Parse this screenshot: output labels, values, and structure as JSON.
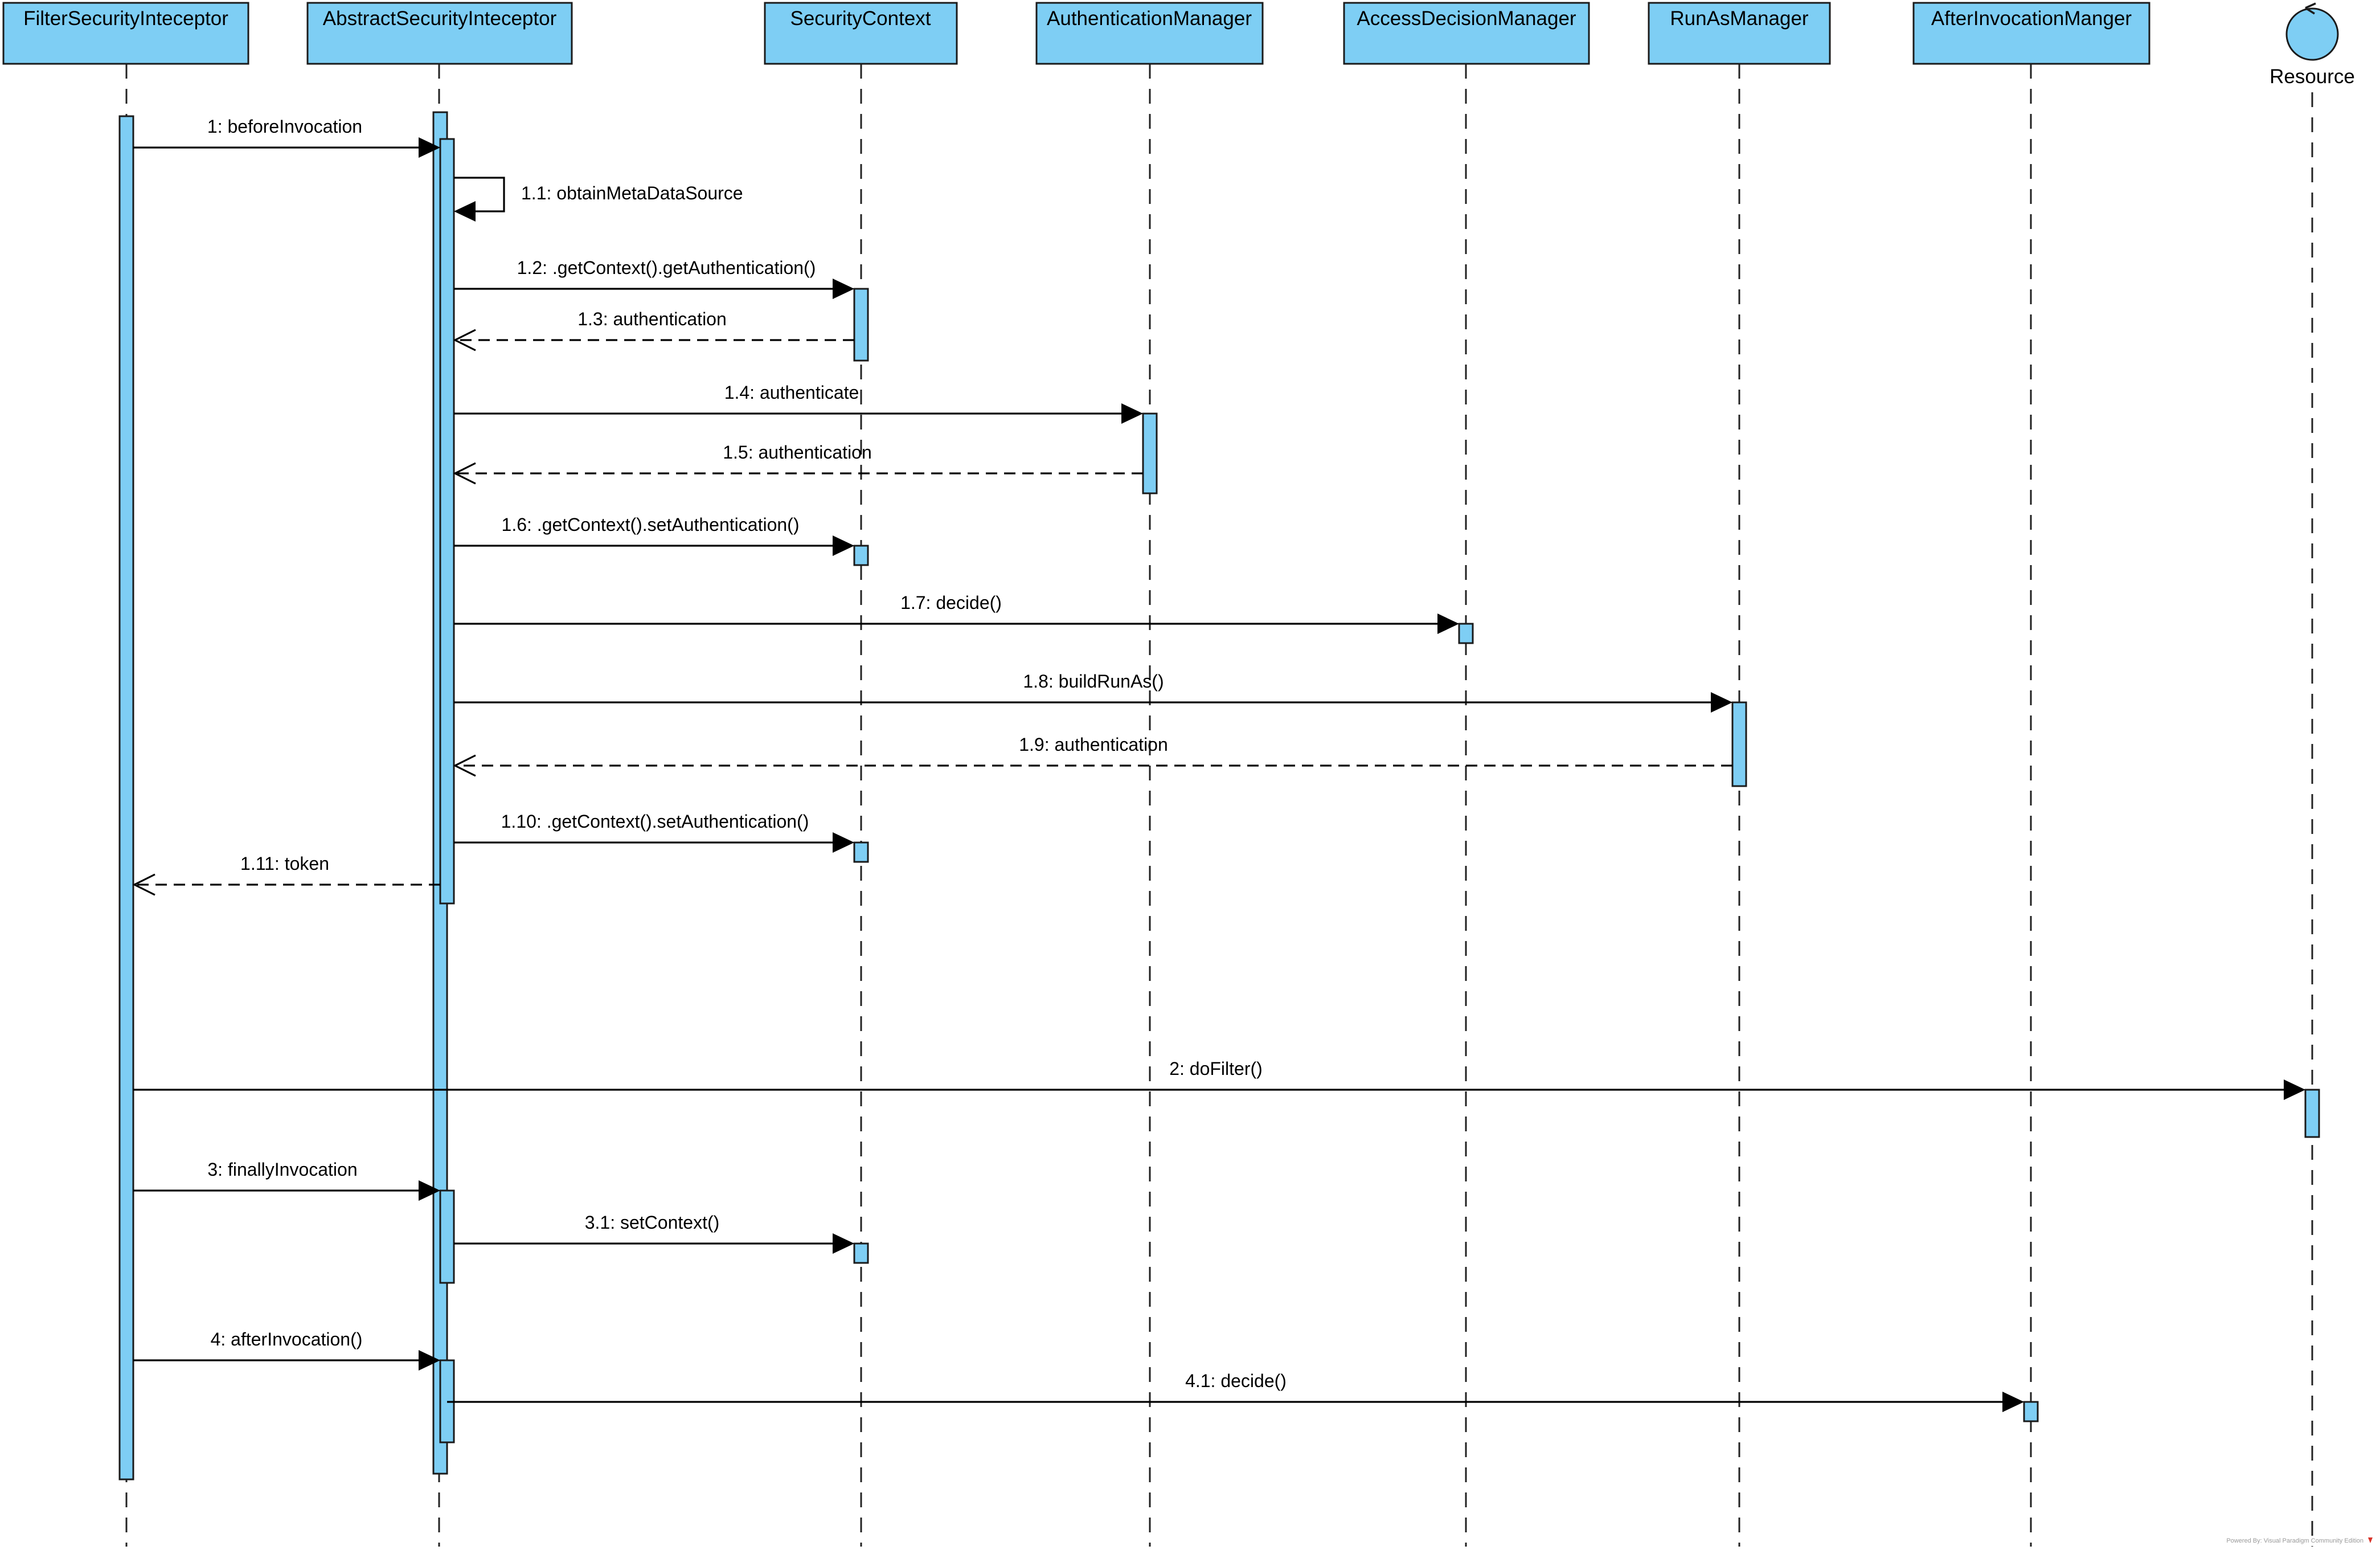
{
  "participants": [
    {
      "id": "fsi",
      "name": "FilterSecurityInteceptor"
    },
    {
      "id": "asi",
      "name": "AbstractSecurityInteceptor"
    },
    {
      "id": "sc",
      "name": "SecurityContext"
    },
    {
      "id": "am",
      "name": "AuthenticationManager"
    },
    {
      "id": "adm",
      "name": "AccessDecisionManager"
    },
    {
      "id": "ram",
      "name": "RunAsManager"
    },
    {
      "id": "aim",
      "name": "AfterInvocationManger"
    },
    {
      "id": "res",
      "name": "Resource",
      "kind": "control",
      "icon": "control-circle-icon"
    }
  ],
  "messages": [
    {
      "label": "1: beforeInvocation",
      "from": "fsi",
      "to": "asi",
      "kind": "sync"
    },
    {
      "label": "1.1: obtainMetaDataSource",
      "from": "asi",
      "to": "asi",
      "kind": "self"
    },
    {
      "label": "1.2: .getContext().getAuthentication()",
      "from": "asi",
      "to": "sc",
      "kind": "sync"
    },
    {
      "label": "1.3: authentication",
      "from": "sc",
      "to": "asi",
      "kind": "return"
    },
    {
      "label": "1.4: authenticate",
      "from": "asi",
      "to": "am",
      "kind": "sync"
    },
    {
      "label": "1.5: authentication",
      "from": "am",
      "to": "asi",
      "kind": "return"
    },
    {
      "label": "1.6: .getContext().setAuthentication()",
      "from": "asi",
      "to": "sc",
      "kind": "sync"
    },
    {
      "label": "1.7: decide()",
      "from": "asi",
      "to": "adm",
      "kind": "sync"
    },
    {
      "label": "1.8: buildRunAs()",
      "from": "asi",
      "to": "ram",
      "kind": "sync"
    },
    {
      "label": "1.9: authentication",
      "from": "ram",
      "to": "asi",
      "kind": "return"
    },
    {
      "label": "1.10: .getContext().setAuthentication()",
      "from": "asi",
      "to": "sc",
      "kind": "sync"
    },
    {
      "label": "1.11: token",
      "from": "asi",
      "to": "fsi",
      "kind": "return"
    },
    {
      "label": "2: doFilter()",
      "from": "fsi",
      "to": "res",
      "kind": "sync"
    },
    {
      "label": "3: finallyInvocation",
      "from": "fsi",
      "to": "asi",
      "kind": "sync"
    },
    {
      "label": "3.1: setContext()",
      "from": "asi",
      "to": "sc",
      "kind": "sync"
    },
    {
      "label": "4: afterInvocation()",
      "from": "fsi",
      "to": "asi",
      "kind": "sync"
    },
    {
      "label": "4.1: decide()",
      "from": "asi",
      "to": "aim",
      "kind": "sync"
    }
  ],
  "colors": {
    "header_fill": "#7ecef4",
    "activation_fill": "#7ecef4",
    "border": "#1b1b1b",
    "line": "#000000"
  },
  "footer": {
    "watermark": "Powered By: Visual Paradigm Community Edition"
  }
}
